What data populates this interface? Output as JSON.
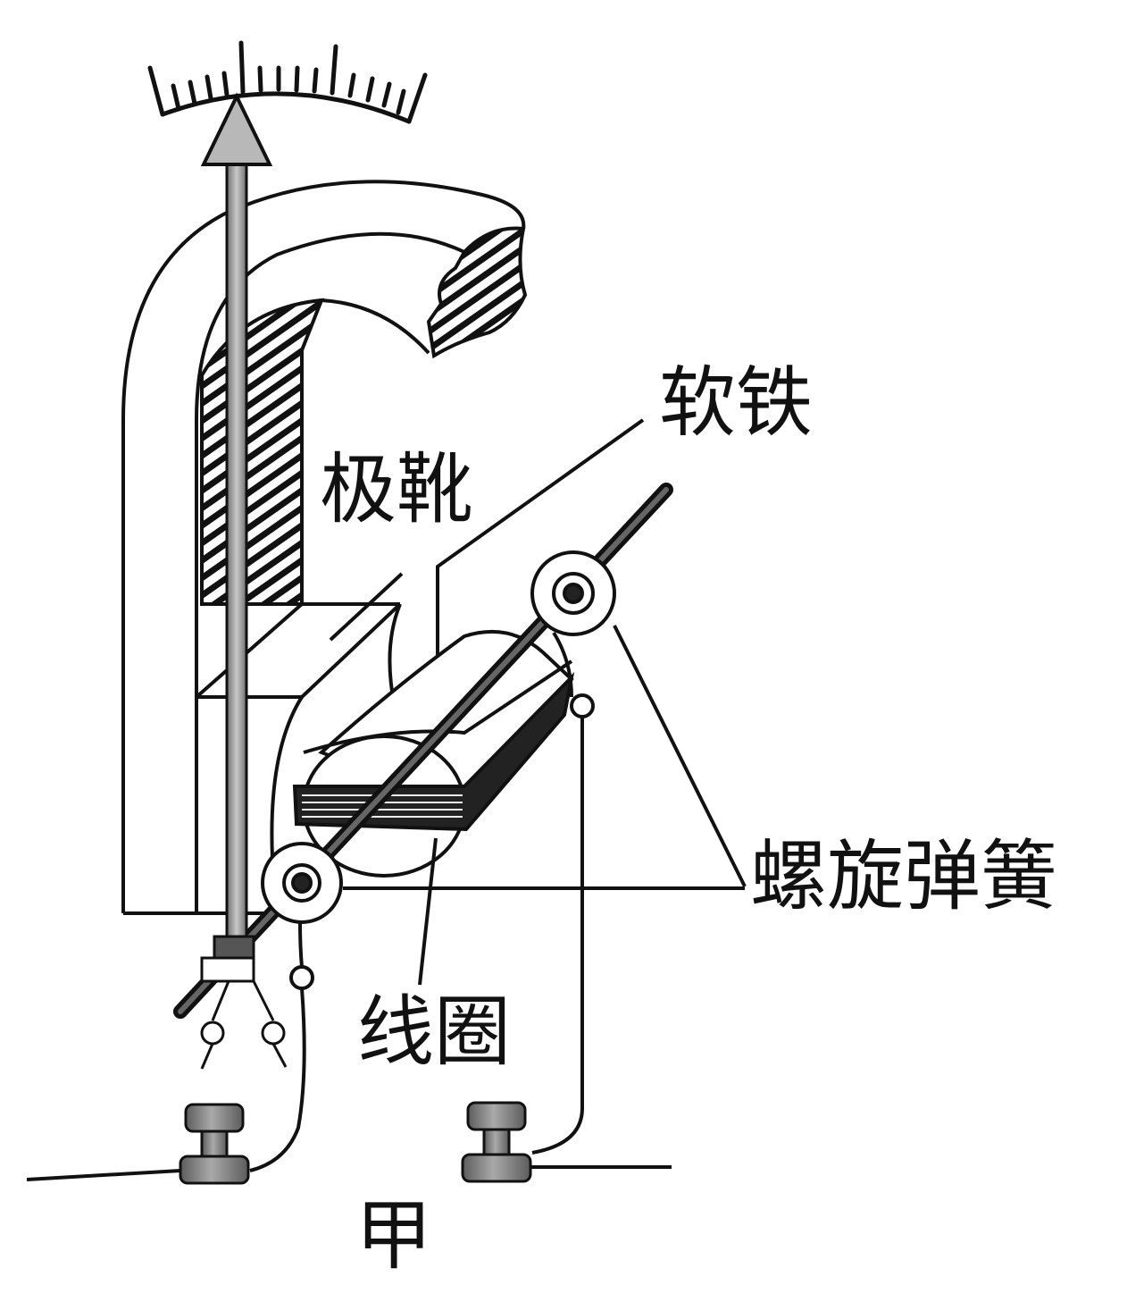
{
  "figure": {
    "labels": {
      "soft_iron": "软铁",
      "pole_shoe": "极靴",
      "spiral_spring": "螺旋弹簧",
      "coil": "线圈"
    },
    "caption": "甲"
  },
  "colors": {
    "line": "#111111",
    "pointer_gray": "#9a9a9a",
    "terminal_gray": "#8c8c8c",
    "background": "#ffffff"
  }
}
